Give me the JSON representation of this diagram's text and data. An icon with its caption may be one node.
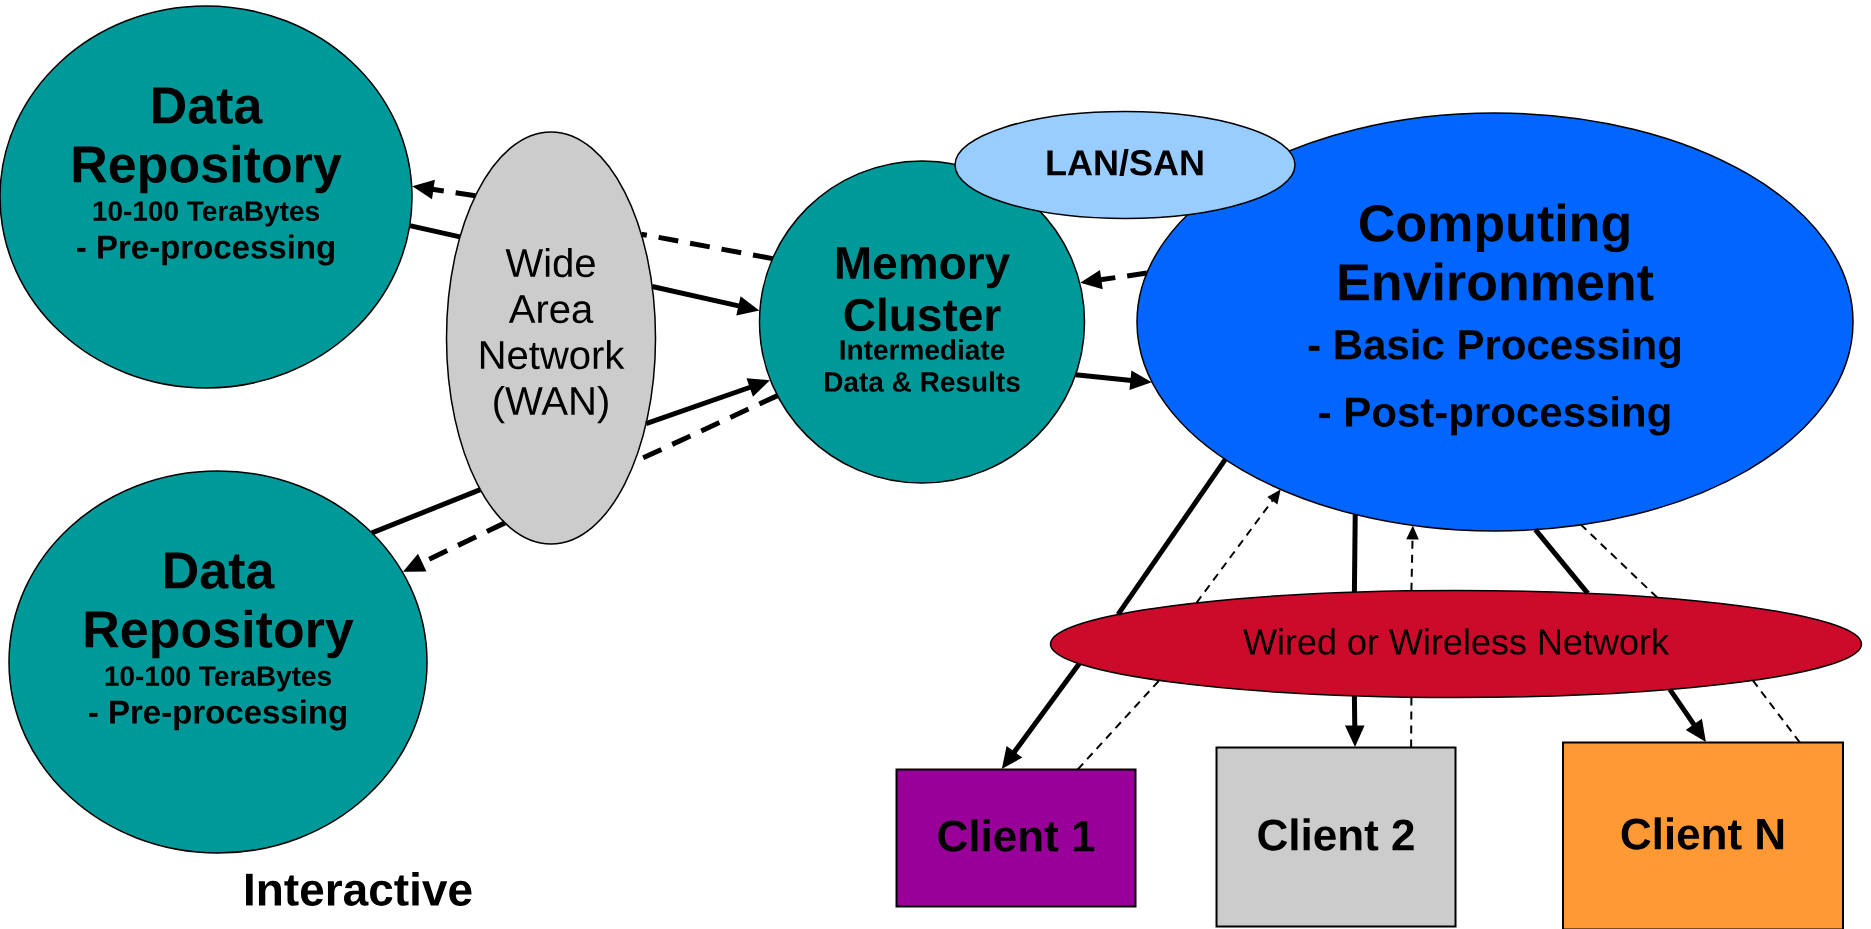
{
  "diagram": {
    "nodes": [
      {
        "text": [
          "Data Repository",
          "10-100 TeraBytes",
          "- Pre-processing"
        ]
      },
      {
        "text": [
          "LAN/SAN"
        ]
      },
      {
        "text": [
          "Wide Area Network (WAN)"
        ]
      },
      {
        "text": [
          "Memory Cluster",
          "Intermediate Data & Results"
        ]
      },
      {
        "text": [
          "Computing Environment",
          "- Basic Processing",
          "- Post-processing"
        ]
      },
      {
        "text": [
          "Data Repository",
          "10-100 TeraBytes",
          "- Pre-processing"
        ]
      },
      {
        "text": [
          "Wired or Wireless Network"
        ]
      },
      {
        "text": [
          "Client 1"
        ]
      },
      {
        "text": [
          "Client 2"
        ]
      },
      {
        "text": [
          "Client N"
        ]
      }
    ],
    "edges": [
      {
        "from": 0,
        "to": 2,
        "arrow": "none"
      },
      {
        "from": 2,
        "to": 3,
        "arrow": "to"
      },
      {
        "from": 3,
        "to": 2,
        "arrow": "none",
        "style": "dashed"
      },
      {
        "from": 2,
        "to": 0,
        "arrow": "to",
        "style": "dashed"
      },
      {
        "from": 5,
        "to": 2,
        "arrow": "none"
      },
      {
        "from": 2,
        "to": 3,
        "arrow": "to"
      },
      {
        "from": 3,
        "to": 2,
        "arrow": "none",
        "style": "dashed"
      },
      {
        "from": 2,
        "to": 5,
        "arrow": "to",
        "style": "dashed"
      },
      {
        "from": 3,
        "to": 4,
        "arrow": "to"
      },
      {
        "from": 4,
        "to": 3,
        "arrow": "to",
        "style": "dashed"
      },
      {
        "from": 4,
        "to": 6,
        "arrow": "none"
      },
      {
        "from": 6,
        "to": 7,
        "arrow": "to"
      },
      {
        "from": 7,
        "to": 6,
        "arrow": "none",
        "style": "dashed"
      },
      {
        "from": 6,
        "to": 4,
        "arrow": "to",
        "style": "dashed"
      },
      {
        "from": 4,
        "to": 6,
        "arrow": "none"
      },
      {
        "from": 6,
        "to": 8,
        "arrow": "to"
      },
      {
        "from": 8,
        "to": 6,
        "arrow": "none",
        "style": "dashed"
      },
      {
        "from": 6,
        "to": 4,
        "arrow": "to",
        "style": "dashed"
      },
      {
        "from": 4,
        "to": 6,
        "arrow": "none"
      },
      {
        "from": 6,
        "to": 9,
        "arrow": "to"
      },
      {
        "from": 9,
        "to": 6,
        "arrow": "none",
        "style": "dashed"
      },
      {
        "from": 6,
        "to": 4,
        "arrow": "none",
        "style": "dashed"
      }
    ],
    "labels": [
      "Interactive"
    ]
  }
}
